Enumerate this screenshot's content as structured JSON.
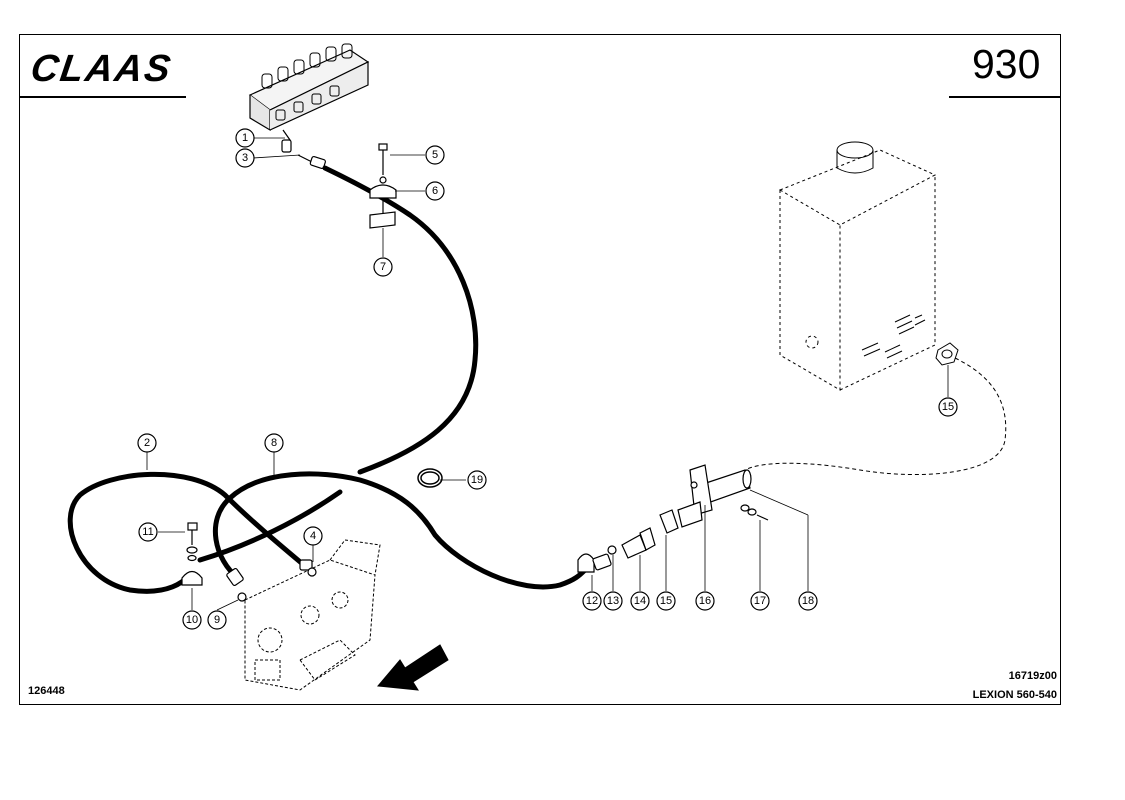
{
  "header": {
    "brand": "CLAAS",
    "page_number": "930"
  },
  "footer": {
    "drawing_number": "126448",
    "image_code": "16719z00",
    "model": "LEXION 560-540"
  },
  "callouts": [
    {
      "id": "c1",
      "label": "1"
    },
    {
      "id": "c2",
      "label": "2"
    },
    {
      "id": "c3",
      "label": "3"
    },
    {
      "id": "c4",
      "label": "4"
    },
    {
      "id": "c5",
      "label": "5"
    },
    {
      "id": "c6",
      "label": "6"
    },
    {
      "id": "c7",
      "label": "7"
    },
    {
      "id": "c8",
      "label": "8"
    },
    {
      "id": "c9",
      "label": "9"
    },
    {
      "id": "c10",
      "label": "10"
    },
    {
      "id": "c11",
      "label": "11"
    },
    {
      "id": "c12",
      "label": "12"
    },
    {
      "id": "c13",
      "label": "13"
    },
    {
      "id": "c14",
      "label": "14"
    },
    {
      "id": "c15a",
      "label": "15"
    },
    {
      "id": "c15b",
      "label": "15"
    },
    {
      "id": "c16",
      "label": "16"
    },
    {
      "id": "c17",
      "label": "17"
    },
    {
      "id": "c18",
      "label": "18"
    },
    {
      "id": "c19",
      "label": "19"
    }
  ]
}
